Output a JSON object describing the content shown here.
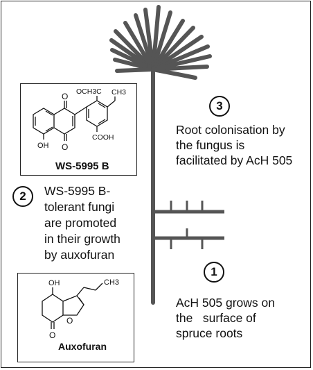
{
  "steps": [
    {
      "number": "1",
      "text_lines": [
        "AcH 505 grows on",
        "the   surface of",
        "spruce roots"
      ]
    },
    {
      "number": "2",
      "text_lines": [
        "WS-5995 B-",
        "tolerant fungi",
        "are promoted",
        "in their growth",
        "by auxofuran"
      ]
    },
    {
      "number": "3",
      "text_lines": [
        "Root colonisation by",
        "the fungus is",
        "facilitated by AcH 505"
      ]
    }
  ],
  "molecules": {
    "ws5995b": {
      "name": "WS-5995 B",
      "substituents": {
        "methoxy_methyl": "OCH3C",
        "methyl": "CH3",
        "acid": "COOH",
        "hydroxyl": "OH",
        "ketone_top": "O",
        "ketone_bottom": "O"
      }
    },
    "auxofuran": {
      "name": "Auxofuran",
      "substituents": {
        "hydroxyl": "OH",
        "propyl_end": "CH3",
        "ketone": "O",
        "furan_oxygen": "O"
      }
    }
  },
  "colors": {
    "root": "#555555",
    "line": "#111111",
    "background": "#ffffff"
  }
}
